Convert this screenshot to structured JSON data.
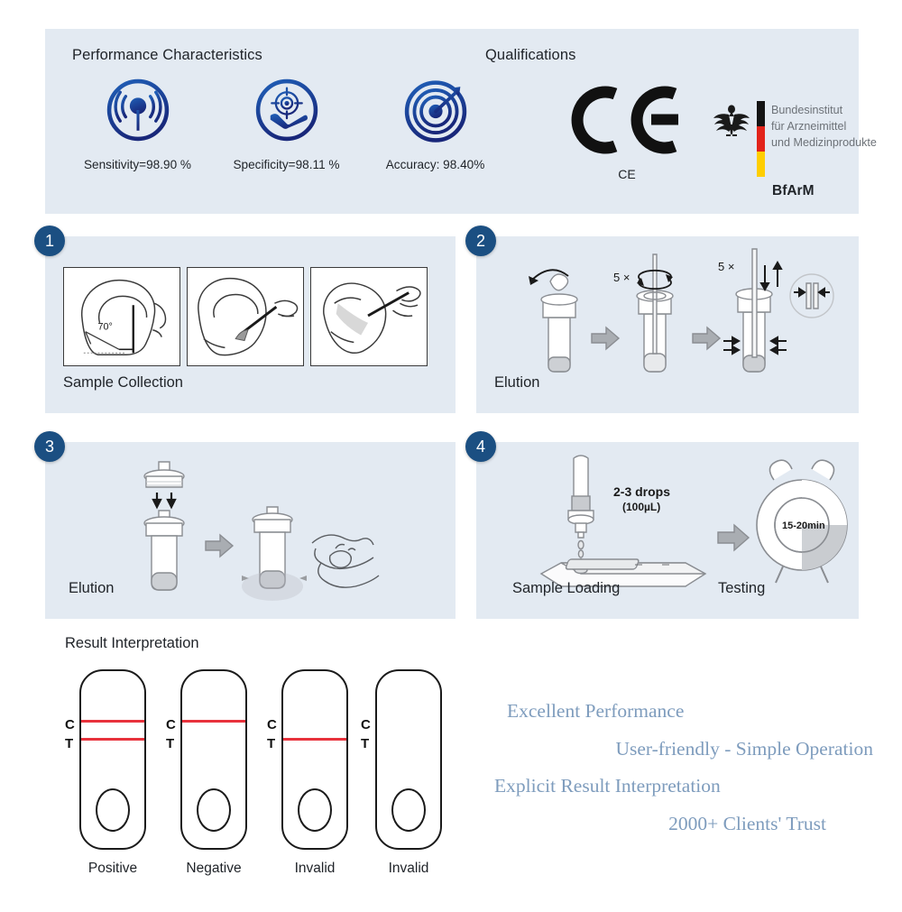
{
  "top": {
    "performance_title": "Performance Characteristics",
    "qualifications_title": "Qualifications",
    "metrics": [
      {
        "icon": "signal-waves-icon",
        "caption": "Sensitivity=98.90 %",
        "value": 98.9
      },
      {
        "icon": "target-hand-icon",
        "caption": "Specificity=98.11 %",
        "value": 98.11
      },
      {
        "icon": "bullseye-arrow-icon",
        "caption": "Accuracy: 98.40%",
        "value": 98.4
      }
    ],
    "ce": {
      "label": "CE",
      "mark": "CE"
    },
    "bfarm": {
      "label": "BfArM",
      "text_lines": [
        "Bundesinstitut",
        "für Arzneimittel",
        "und Medizinprodukte"
      ],
      "flag_colors": [
        "#141414",
        "#e2231a",
        "#ffce00"
      ]
    }
  },
  "steps": [
    {
      "number": "1",
      "label": "Sample Collection",
      "annotations": [
        "70°"
      ]
    },
    {
      "number": "2",
      "label": "Elution",
      "annotations": [
        "5 ×",
        "5 ×"
      ]
    },
    {
      "number": "3",
      "label": "Elution",
      "annotations": []
    },
    {
      "number": "4",
      "label_left": "Sample Loading",
      "label_right": "Testing",
      "annotations": [
        "2-3 drops",
        "(100µL)",
        "15-20min"
      ]
    }
  ],
  "results": {
    "title": "Result Interpretation",
    "c_label": "C",
    "t_label": "T",
    "items": [
      {
        "name": "Positive",
        "lines": [
          "C",
          "T"
        ]
      },
      {
        "name": "Negative",
        "lines": [
          "C"
        ]
      },
      {
        "name": "Invalid",
        "lines": [
          "T"
        ]
      },
      {
        "name": "Invalid",
        "lines": []
      }
    ]
  },
  "taglines": [
    "Excellent Performance",
    "User-friendly - Simple Operation",
    "Explicit Result Interpretation",
    "2000+ Clients' Trust"
  ],
  "colors": {
    "panel_bg": "#e3eaf2",
    "badge": "#1b4f82",
    "accent_blue": "#1b4f82",
    "line_red": "#e8323c",
    "tagline_blue": "#7e9cbd"
  }
}
